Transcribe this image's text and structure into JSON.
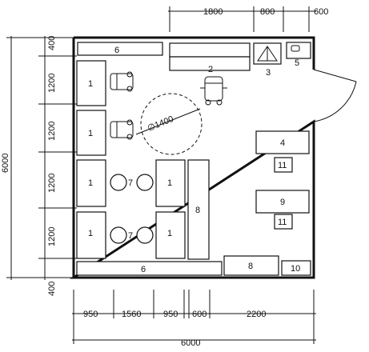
{
  "plan": {
    "top_dimensions": [
      "1800",
      "800",
      "600"
    ],
    "left_dimensions": [
      "400",
      "1200",
      "1200",
      "1200",
      "1200",
      "400"
    ],
    "left_total": "6000",
    "bottom_dimensions": [
      "950",
      "1560",
      "950",
      "600",
      "2200"
    ],
    "bottom_total": "6000",
    "circle_label": "∅1400",
    "items": [
      {
        "key": "top-bench",
        "label": "6"
      },
      {
        "key": "chair-top",
        "label": "2"
      },
      {
        "key": "hood",
        "label": "3"
      },
      {
        "key": "sink",
        "label": "5"
      },
      {
        "key": "table-a1",
        "label": "1"
      },
      {
        "key": "table-a2",
        "label": "1"
      },
      {
        "key": "table-b1",
        "label": "1"
      },
      {
        "key": "stool-1",
        "label": "7"
      },
      {
        "key": "table-b2",
        "label": "1"
      },
      {
        "key": "cabinet-8",
        "label": "8"
      },
      {
        "key": "table-c1",
        "label": "1"
      },
      {
        "key": "stool-2",
        "label": "7"
      },
      {
        "key": "table-c2",
        "label": "1"
      },
      {
        "key": "bottom-bench",
        "label": "6"
      },
      {
        "key": "cabinet-8b",
        "label": "8"
      },
      {
        "key": "item-10",
        "label": "10"
      },
      {
        "key": "desk-4",
        "label": "4"
      },
      {
        "key": "bin-11a",
        "label": "11"
      },
      {
        "key": "desk-9",
        "label": "9"
      },
      {
        "key": "bin-11b",
        "label": "11"
      }
    ]
  }
}
